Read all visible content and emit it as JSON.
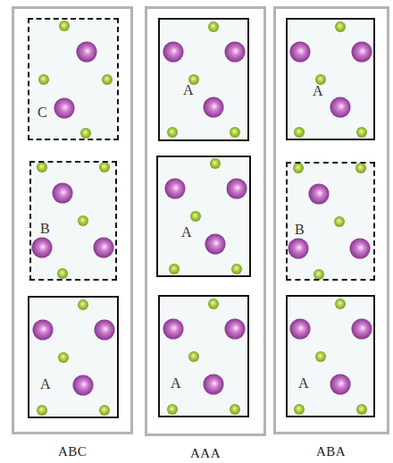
{
  "diagram": {
    "nodes": [
      {
        "text": [
          "ABC"
        ]
      },
      {
        "text": [
          "C"
        ],
        "in": 0
      },
      {
        "text": [
          "B"
        ],
        "in": 0
      },
      {
        "text": [
          "A"
        ],
        "in": 0
      },
      {
        "text": [
          "AAA"
        ]
      },
      {
        "text": [
          "A"
        ],
        "in": 4
      },
      {
        "text": [
          "A"
        ],
        "in": 4
      },
      {
        "text": [
          "A"
        ],
        "in": 4
      },
      {
        "text": [
          "ABA"
        ]
      },
      {
        "text": [
          "A"
        ],
        "in": 8
      },
      {
        "text": [
          "B"
        ],
        "in": 8
      },
      {
        "text": [
          "A"
        ],
        "in": 8
      }
    ]
  }
}
